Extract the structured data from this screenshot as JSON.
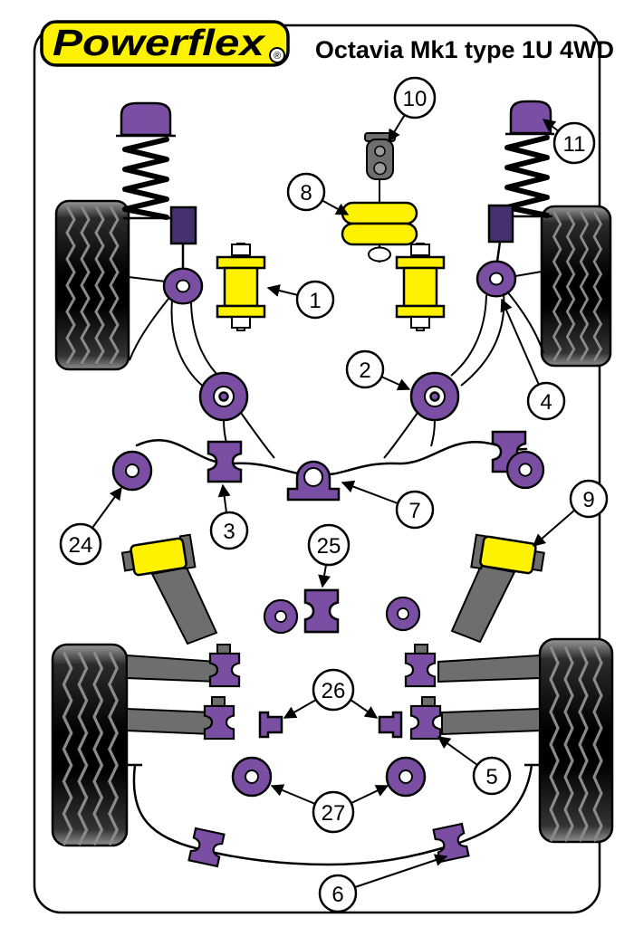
{
  "header": {
    "logo_text": "Powerflex",
    "registered_mark": "®",
    "title": "Octavia Mk1 type 1U 4WD"
  },
  "colors": {
    "purple": "#7a4fa3",
    "yellow": "#fff200",
    "dark_purple": "#46316e",
    "arm_gray": "#6e6e6e"
  },
  "callouts": [
    {
      "label": "10"
    },
    {
      "label": "11"
    },
    {
      "label": "8"
    },
    {
      "label": "1"
    },
    {
      "label": "2"
    },
    {
      "label": "4"
    },
    {
      "label": "24"
    },
    {
      "label": "3"
    },
    {
      "label": "7"
    },
    {
      "label": "9"
    },
    {
      "label": "25"
    },
    {
      "label": "26"
    },
    {
      "label": "5"
    },
    {
      "label": "27"
    },
    {
      "label": "6"
    }
  ]
}
